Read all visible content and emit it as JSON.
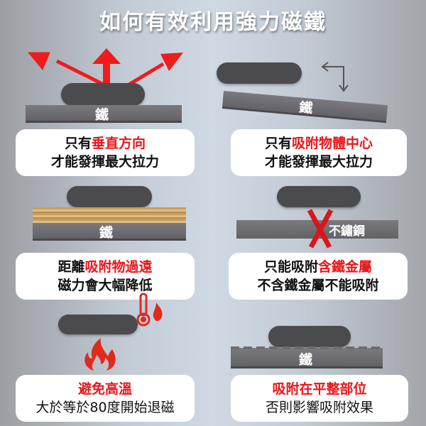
{
  "title": "如何有效利用強力磁鐵",
  "colors": {
    "accent_red": "#e8161b",
    "magnet": "#4b4b4d",
    "plate": "#6d6c71",
    "card": "#ffffff"
  },
  "panels": [
    {
      "plate_label": "鐵",
      "line1_plain": "只有",
      "line1_red": "垂直方向",
      "line2": "才能發揮最大拉力",
      "icon": "arrows-up-icon"
    },
    {
      "plate_label": "鐵",
      "line1_plain": "只有",
      "line1_red": "吸附物體中心",
      "line2": "才能發揮最大拉力",
      "icon": "corner-arrow-icon"
    },
    {
      "plate_label": "鐵",
      "line1_plain": "距離",
      "line1_red": "吸附物過遠",
      "line2": "磁力會大幅降低",
      "icon": "wood-layer"
    },
    {
      "plate_label": "不鏽鋼",
      "line1_plain": "只能吸附",
      "line1_red": "含鐵金屬",
      "line2": "不含鐵金屬不能吸附",
      "icon": "x-mark-icon"
    },
    {
      "plate_label": "",
      "line1_plain": "",
      "line1_red": "避免高溫",
      "line2": "大於等於80度開始退磁",
      "icon": "fire-icon"
    },
    {
      "plate_label": "鐵",
      "line1_plain": "",
      "line1_red": "吸附在平整部位",
      "line2": "否則影響吸附效果",
      "icon": "uneven-surface"
    }
  ]
}
